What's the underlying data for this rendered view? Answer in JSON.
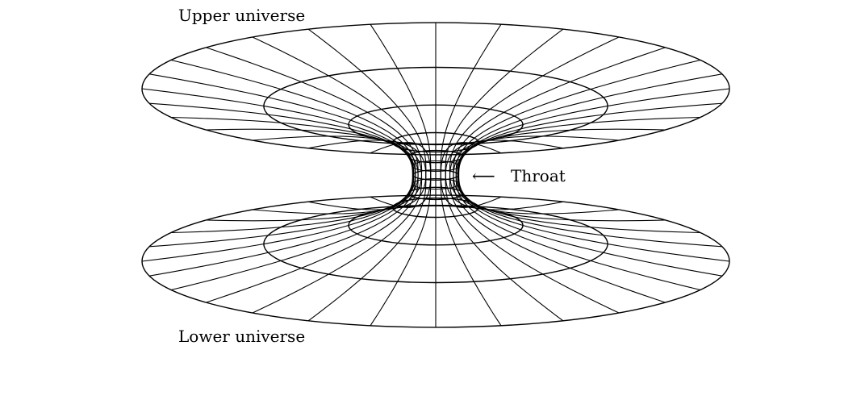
{
  "labels": {
    "upper": "Upper universe",
    "lower": "Lower universe",
    "throat": "Throat",
    "throat_arrow": "⟵"
  },
  "style": {
    "stroke": "#000000",
    "background": "#ffffff"
  }
}
